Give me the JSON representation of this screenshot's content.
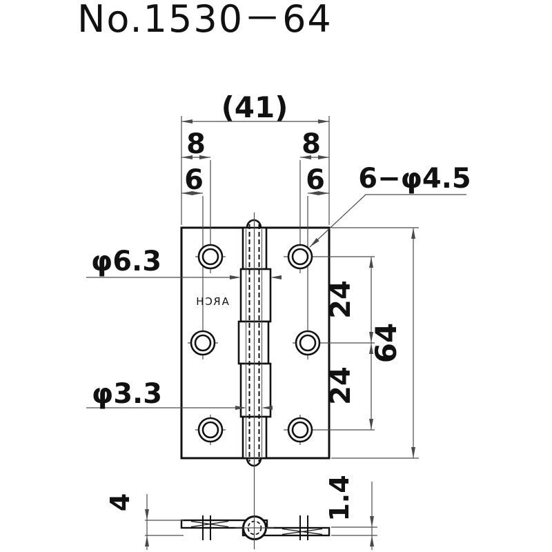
{
  "title": "No.1530－64",
  "drawing": {
    "brand_stamp": "ARCH",
    "front_view": {
      "overall_width": "(41)",
      "edge_to_end_hole": "8",
      "edge_to_middle_hole": "6",
      "hole_callout": "6−φ4.5",
      "knuckle_diameter": "φ6.3",
      "pin_diameter": "φ3.3",
      "hole_pitch": "24",
      "leaf_height": "64"
    },
    "bottom_view": {
      "closed_thickness": "4",
      "leaf_thickness": "1.4"
    }
  },
  "colors": {
    "object_line": "#111111",
    "thin_line": "#4a4a4a",
    "background": "#ffffff"
  }
}
